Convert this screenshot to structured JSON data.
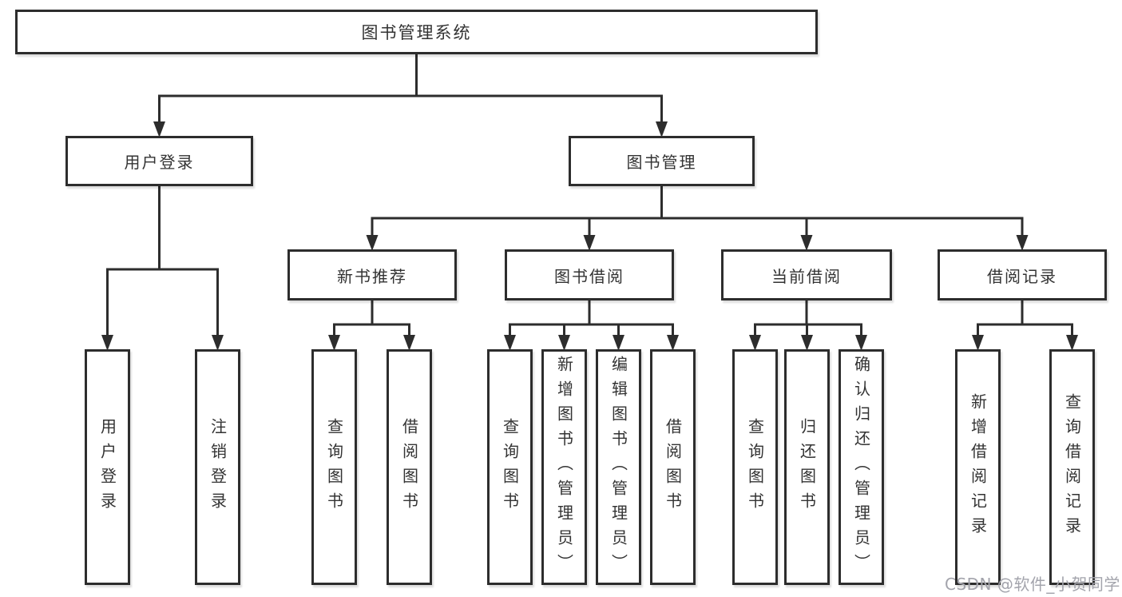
{
  "diagram": {
    "type": "tree",
    "title": "图书管理系统",
    "nodes": [
      {
        "id": "root",
        "label": "图书管理系统",
        "orientation": "horizontal"
      },
      {
        "id": "user-login",
        "label": "用户登录",
        "orientation": "horizontal"
      },
      {
        "id": "book-mgmt",
        "label": "图书管理",
        "orientation": "horizontal"
      },
      {
        "id": "new-book-rec",
        "label": "新书推荐",
        "orientation": "horizontal"
      },
      {
        "id": "book-borrow",
        "label": "图书借阅",
        "orientation": "horizontal"
      },
      {
        "id": "current-borrow",
        "label": "当前借阅",
        "orientation": "horizontal"
      },
      {
        "id": "borrow-record",
        "label": "借阅记录",
        "orientation": "horizontal"
      },
      {
        "id": "login",
        "label": "用户登录",
        "orientation": "vertical"
      },
      {
        "id": "logout",
        "label": "注销登录",
        "orientation": "vertical"
      },
      {
        "id": "rec-query",
        "label": "查询图书",
        "orientation": "vertical"
      },
      {
        "id": "rec-borrow",
        "label": "借阅图书",
        "orientation": "vertical"
      },
      {
        "id": "bb-query",
        "label": "查询图书",
        "orientation": "vertical"
      },
      {
        "id": "bb-add",
        "label": "新增图书（管理员）",
        "orientation": "vertical"
      },
      {
        "id": "bb-edit",
        "label": "编辑图书（管理员）",
        "orientation": "vertical"
      },
      {
        "id": "bb-borrow",
        "label": "借阅图书",
        "orientation": "vertical"
      },
      {
        "id": "cb-query",
        "label": "查询图书",
        "orientation": "vertical"
      },
      {
        "id": "cb-return",
        "label": "归还图书",
        "orientation": "vertical"
      },
      {
        "id": "cb-confirm",
        "label": "确认归还（管理员）",
        "orientation": "vertical"
      },
      {
        "id": "br-add",
        "label": "新增借阅记录",
        "orientation": "vertical"
      },
      {
        "id": "br-query",
        "label": "查询借阅记录",
        "orientation": "vertical"
      }
    ],
    "edges": [
      {
        "parent": "root",
        "children": [
          "user-login",
          "book-mgmt"
        ]
      },
      {
        "parent": "user-login",
        "children": [
          "login",
          "logout"
        ]
      },
      {
        "parent": "book-mgmt",
        "children": [
          "new-book-rec",
          "book-borrow",
          "current-borrow",
          "borrow-record"
        ]
      },
      {
        "parent": "new-book-rec",
        "children": [
          "rec-query",
          "rec-borrow"
        ]
      },
      {
        "parent": "book-borrow",
        "children": [
          "bb-query",
          "bb-add",
          "bb-edit",
          "bb-borrow"
        ]
      },
      {
        "parent": "current-borrow",
        "children": [
          "cb-query",
          "cb-return",
          "cb-confirm"
        ]
      },
      {
        "parent": "borrow-record",
        "children": [
          "br-add",
          "br-query"
        ]
      }
    ]
  },
  "watermark": {
    "text": "CSDN @软件_小贺同学"
  },
  "colors": {
    "background": "#ffffff",
    "line": "#2d2d2d",
    "box_border": "#2d2d2d",
    "box_background": "#ffffff",
    "text": "#333333",
    "watermark": "#a3a4ac"
  }
}
